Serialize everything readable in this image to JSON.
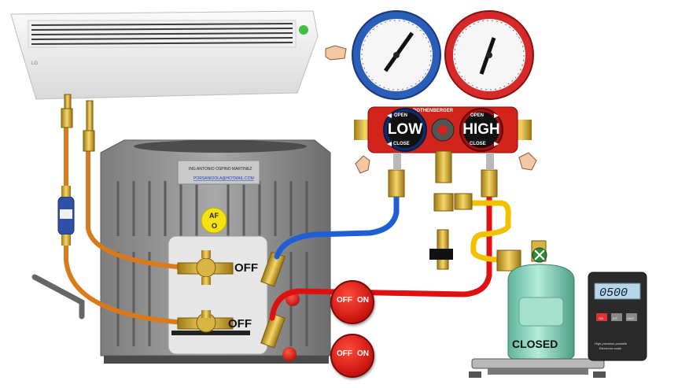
{
  "indoor_unit": {
    "brand": "LG"
  },
  "outdoor_unit": {
    "plate_line1": "ING ANTONIO OSPINO MARTINEZ",
    "plate_line2": "PORSANIOOLA@HOTMAIL.COM",
    "afo_top": "AF",
    "afo_bottom": "O",
    "service_valve_1_state": "OFF",
    "service_valve_2_state": "OFF"
  },
  "manifold": {
    "brand": "ROTHENBERGER",
    "low_label": "LOW",
    "high_label": "HIGH",
    "open_label": "OPEN",
    "close_label": "CLOSE"
  },
  "switches": [
    {
      "off": "OFF",
      "on": "ON"
    },
    {
      "off": "OFF",
      "on": "ON"
    }
  ],
  "cylinder": {
    "state": "CLOSED"
  },
  "scale": {
    "display": "0500",
    "button_labels": [
      "ON",
      "Z/T",
      "UNIT"
    ],
    "caption_line1": "High precision portable",
    "caption_line2": "Electronic scale"
  },
  "colors": {
    "low_hose": "#1f5fd6",
    "high_hose": "#e01010",
    "charge_hose": "#f2c200",
    "liquid_line": "#d97a1c",
    "manifold_body": "#d2241a",
    "cylinder": "#86d3bb"
  }
}
